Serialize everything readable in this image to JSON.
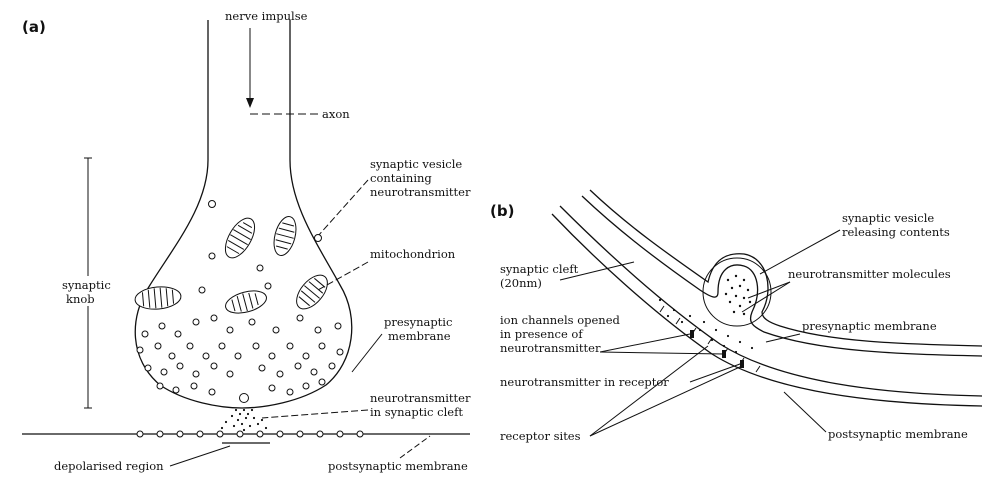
{
  "panel_a": {
    "letter": "(a)",
    "labels": {
      "nerve_impulse": "nerve impulse",
      "axon": "axon",
      "synaptic_vesicle_1": "synaptic vesicle",
      "synaptic_vesicle_2": "containing",
      "synaptic_vesicle_3": "neurotransmitter",
      "mitochondrion": "mitochondrion",
      "synaptic_knob_1": "synaptic",
      "synaptic_knob_2": "knob",
      "presynaptic_membrane_1": "presynaptic",
      "presynaptic_membrane_2": "membrane",
      "nt_cleft_1": "neurotransmitter",
      "nt_cleft_2": "in synaptic cleft",
      "depolarised_region": "depolarised region",
      "postsynaptic_membrane": "postsynaptic membrane"
    }
  },
  "panel_b": {
    "letter": "(b)",
    "labels": {
      "vesicle_releasing_1": "synaptic vesicle",
      "vesicle_releasing_2": "releasing contents",
      "synaptic_cleft_1": "synaptic cleft",
      "synaptic_cleft_2": "(20nm)",
      "nt_molecules": "neurotransmitter molecules",
      "ion_channels_1": "ion channels opened",
      "ion_channels_2": "in presence of",
      "ion_channels_3": "neurotransmitter",
      "presynaptic_membrane": "presynaptic membrane",
      "nt_in_receptor": "neurotransmitter in receptor",
      "receptor_sites": "receptor sites",
      "postsynaptic_membrane": "postsynaptic membrane"
    }
  }
}
